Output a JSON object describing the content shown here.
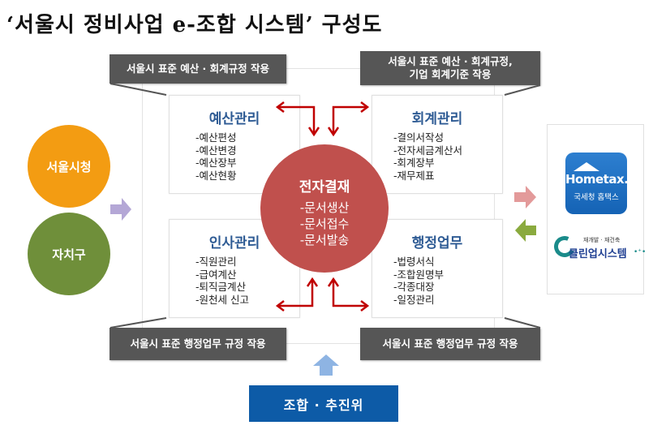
{
  "title": "‘서울시 정비사업 e-조합 시스템’ 구성도",
  "callouts": {
    "top_left": [
      "서울시  표준 예산 · 회계규정 작용"
    ],
    "top_right": [
      "서울시 표준 예산 · 회계규정,",
      "기업 회계기준 작용"
    ],
    "bottom_left": [
      "서울시 표준 행정업무 규정 작용"
    ],
    "bottom_right": [
      "서울시 표준 행정업무 규정 작용"
    ]
  },
  "modules": {
    "budget": {
      "title": "예산관리",
      "items": [
        "-예산편성",
        "-예산변경",
        "-예산장부",
        "-예산현황"
      ]
    },
    "accounting": {
      "title": "회계관리",
      "items": [
        "-결의서작성",
        "-전자세금계산서",
        "-회계장부",
        "-재무제표"
      ]
    },
    "hr": {
      "title": "인사관리",
      "items": [
        "-직원관리",
        "-급여계산",
        "-퇴직금계산",
        "-원천세 신고"
      ]
    },
    "admin": {
      "title": "행정업무",
      "items": [
        "-법령서식",
        "-조합원명부",
        "-각종대장",
        "-일정관리"
      ]
    }
  },
  "hub": {
    "title": "전자결재",
    "items": [
      "-문서생산",
      "-문서접수",
      "-문서발송"
    ]
  },
  "sources": [
    {
      "label": "서울시청",
      "color": "#f39c12"
    },
    {
      "label": "자치구",
      "color": "#6f8f3a"
    }
  ],
  "external": {
    "hometax": {
      "brand": "Hometax.",
      "sub": "국세청 홈택스"
    },
    "cleanup": {
      "small": "재개발 · 재건축",
      "big": "클린업시스템",
      "dots": "•⁺•"
    }
  },
  "bottom": {
    "label": "조합 · 추진위"
  },
  "colors": {
    "callout_bg": "#565656",
    "module_title": "#2e5b94",
    "hub": "#c0504d",
    "arrow_red": "#c00000",
    "arrow_in_left": "#b4a7d6",
    "arrow_out_right": "#e39a9a",
    "arrow_in_right": "#8aaa3e",
    "arrow_up": "#8eb4e3",
    "union_bg": "#0d5ba7"
  }
}
